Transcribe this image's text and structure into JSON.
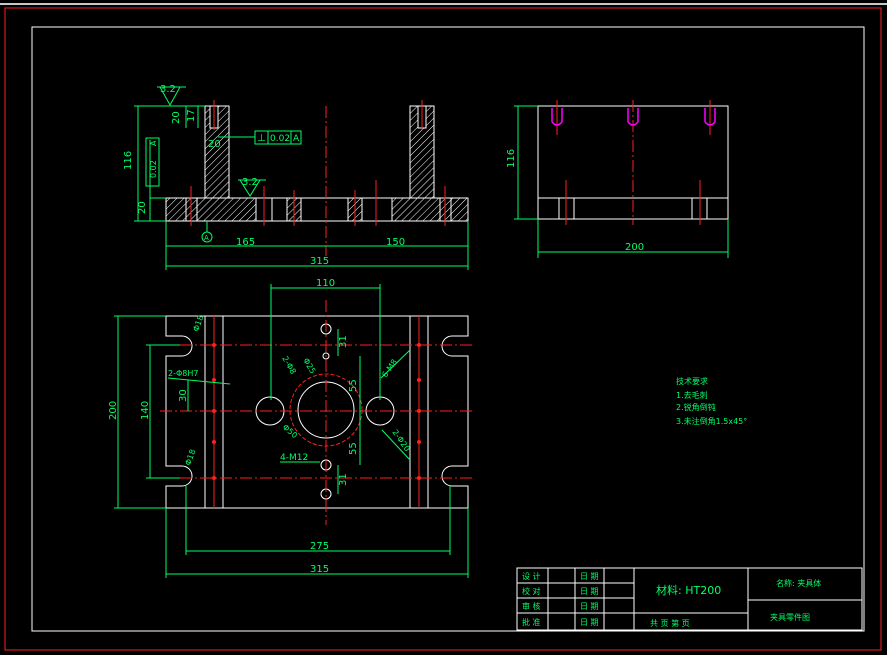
{
  "colors": {
    "background": "#000000",
    "line": "#ffffff",
    "dimension": "#00ff66",
    "centerline": "#ff2020",
    "pin": "#ff00ff",
    "hatch": "#ffffff",
    "titleblock_text": "#00ff66"
  },
  "front_view": {
    "dims": {
      "height": "116",
      "base": "20",
      "top_slot": "20",
      "slot_depth": "17",
      "slot_width": "20",
      "left": "165",
      "right": "150",
      "total": "315",
      "roughness_top": "3.2",
      "roughness_mid": "3.2",
      "perpendicularity": "⊥",
      "perp_value": "0.02",
      "perp_datum": "A",
      "parallel_value": "0.02",
      "parallel_datum": "A",
      "datum": "A"
    }
  },
  "side_view": {
    "dims": {
      "height": "116",
      "width": "200"
    }
  },
  "plan_view": {
    "dims": {
      "top": "110",
      "height": "200",
      "inner": "140",
      "offset": "30",
      "bolt_top": "31",
      "bolt_bottom": "31",
      "right_upper": "55",
      "right_lower": "55",
      "bottom_inner": "275",
      "bottom_total": "315",
      "dia_upper": "Φ18",
      "dia_lower": "Φ18",
      "dia_2": "2-Φ8",
      "dia_center": "Φ25",
      "dia_big": "Φ50",
      "dia_6": "6-M8",
      "dia_2_right": "2-Φ20",
      "dia_4": "4-M12",
      "pin_note": "2-Φ8H7"
    }
  },
  "notes": {
    "heading": "技术要求",
    "items": [
      "1.去毛刺",
      "2.锐角倒钝",
      "3.未注倒角1.5x45°"
    ]
  },
  "title_block": {
    "left_rows": [
      {
        "a": "设 计",
        "b": "日 期"
      },
      {
        "a": "校 对",
        "b": "日 期"
      },
      {
        "a": "审 核",
        "b": "日 期"
      },
      {
        "a": "批 准",
        "b": "日 期"
      }
    ],
    "material": "材料: HT200",
    "scale_row": "共 页 第 页",
    "company": "名称: 夹具体",
    "drawing_name": "夹具零件图"
  }
}
